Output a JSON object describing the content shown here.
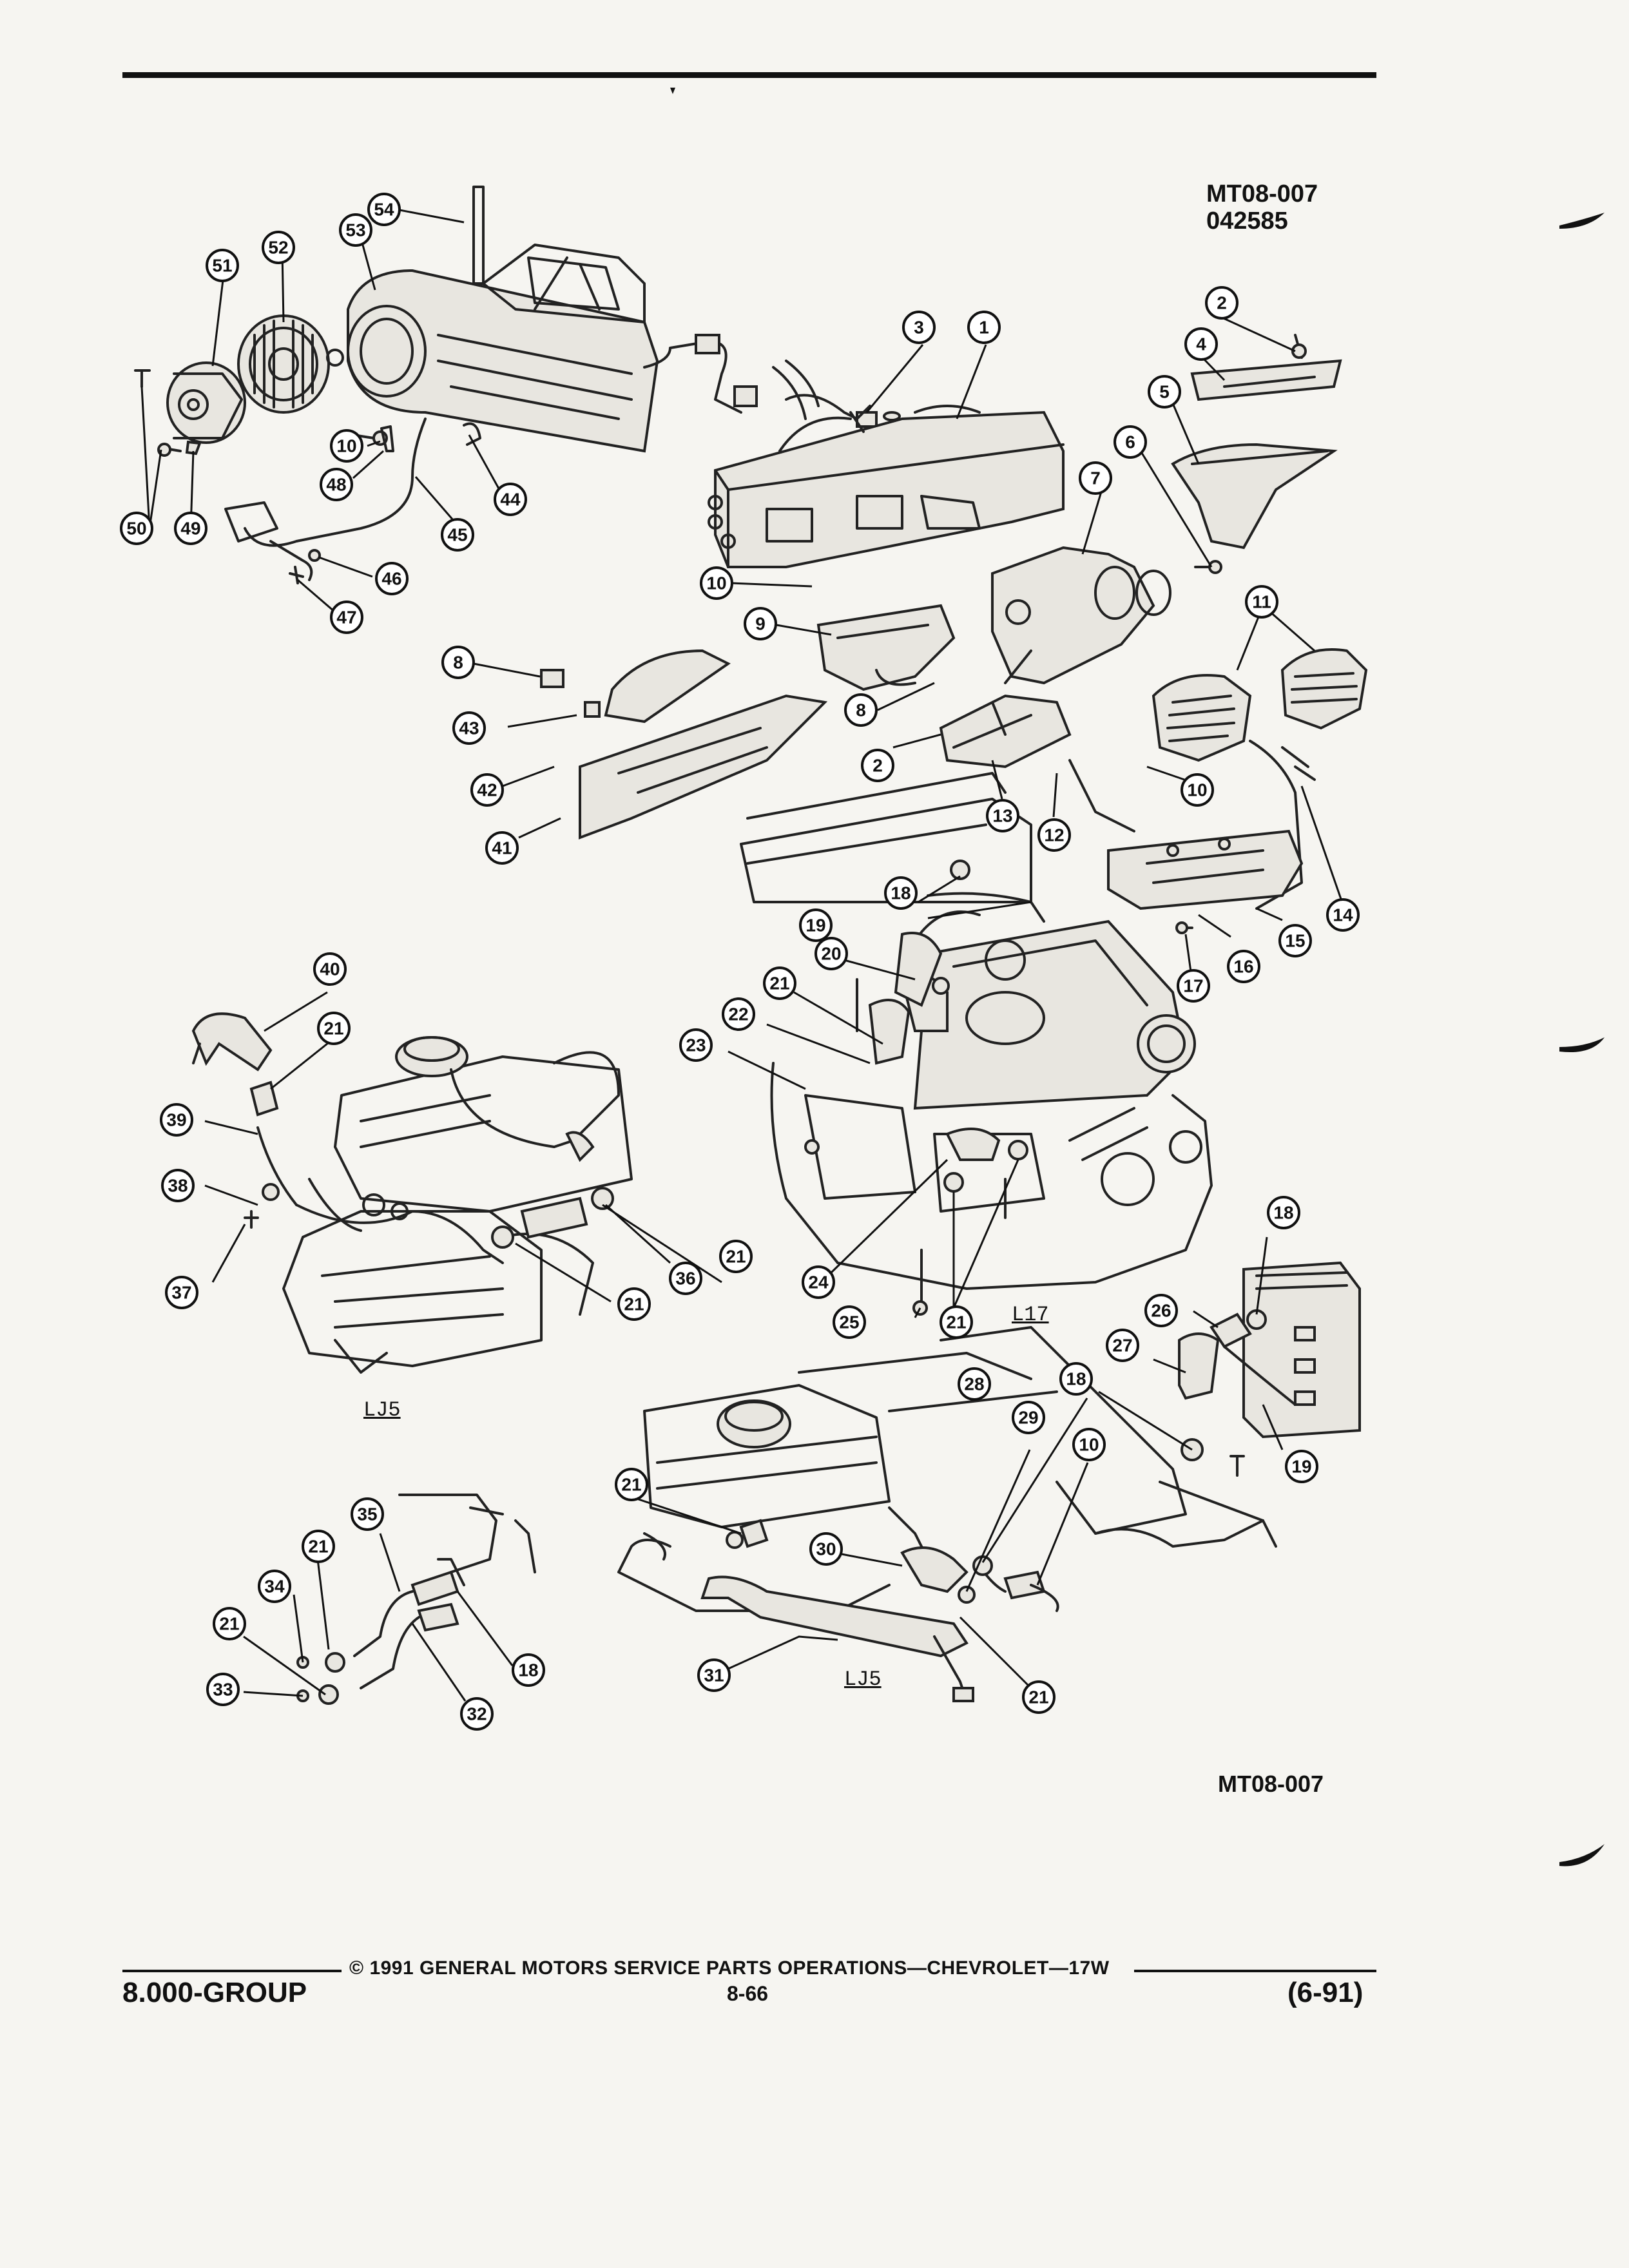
{
  "diagram_code_top": "MT08-007",
  "diagram_date": "042585",
  "diagram_code_bottom": "MT08-007",
  "engine_labels": {
    "l17": "L17",
    "lj5_left": "LJ5",
    "lj5_bottom": "LJ5"
  },
  "callouts": {
    "c54": "54",
    "c53": "53",
    "c52": "52",
    "c51": "51",
    "c3": "3",
    "c1": "1",
    "c2a": "2",
    "c4": "4",
    "c5": "5",
    "c6": "6",
    "c7": "7",
    "c10a": "10",
    "c48": "48",
    "c50": "50",
    "c49": "49",
    "c45": "45",
    "c44": "44",
    "c46": "46",
    "c47": "47",
    "c10b": "10",
    "c9": "9",
    "c11": "11",
    "c8a": "8",
    "c43": "43",
    "c8b": "8",
    "c2b": "2",
    "c42": "42",
    "c41": "41",
    "c13": "13",
    "c12": "12",
    "c10c": "10",
    "c14": "14",
    "c15": "15",
    "c16": "16",
    "c17": "17",
    "c18a": "18",
    "c19a": "19",
    "c20": "20",
    "c21a": "21",
    "c22": "22",
    "c23": "23",
    "c40": "40",
    "c21b": "21",
    "c39": "39",
    "c38": "38",
    "c37": "37",
    "c36": "36",
    "c21c": "21",
    "c21d": "21",
    "c24": "24",
    "c25": "25",
    "c21e": "21",
    "c18b": "18",
    "c26": "26",
    "c27": "27",
    "c19b": "19",
    "c18c": "18",
    "c10d": "10",
    "c28": "28",
    "c29": "29",
    "c21f": "21",
    "c30": "30",
    "c31": "31",
    "c21g": "21",
    "c35": "35",
    "c21h": "21",
    "c34": "34",
    "c21i": "21",
    "c18d": "18",
    "c33": "33",
    "c32": "32"
  },
  "footer": {
    "copyright": "© 1991 GENERAL MOTORS SERVICE PARTS OPERATIONS—CHEVROLET—17W",
    "group": "8.000-GROUP",
    "page_number": "8-66",
    "revision": "(6-91)"
  }
}
